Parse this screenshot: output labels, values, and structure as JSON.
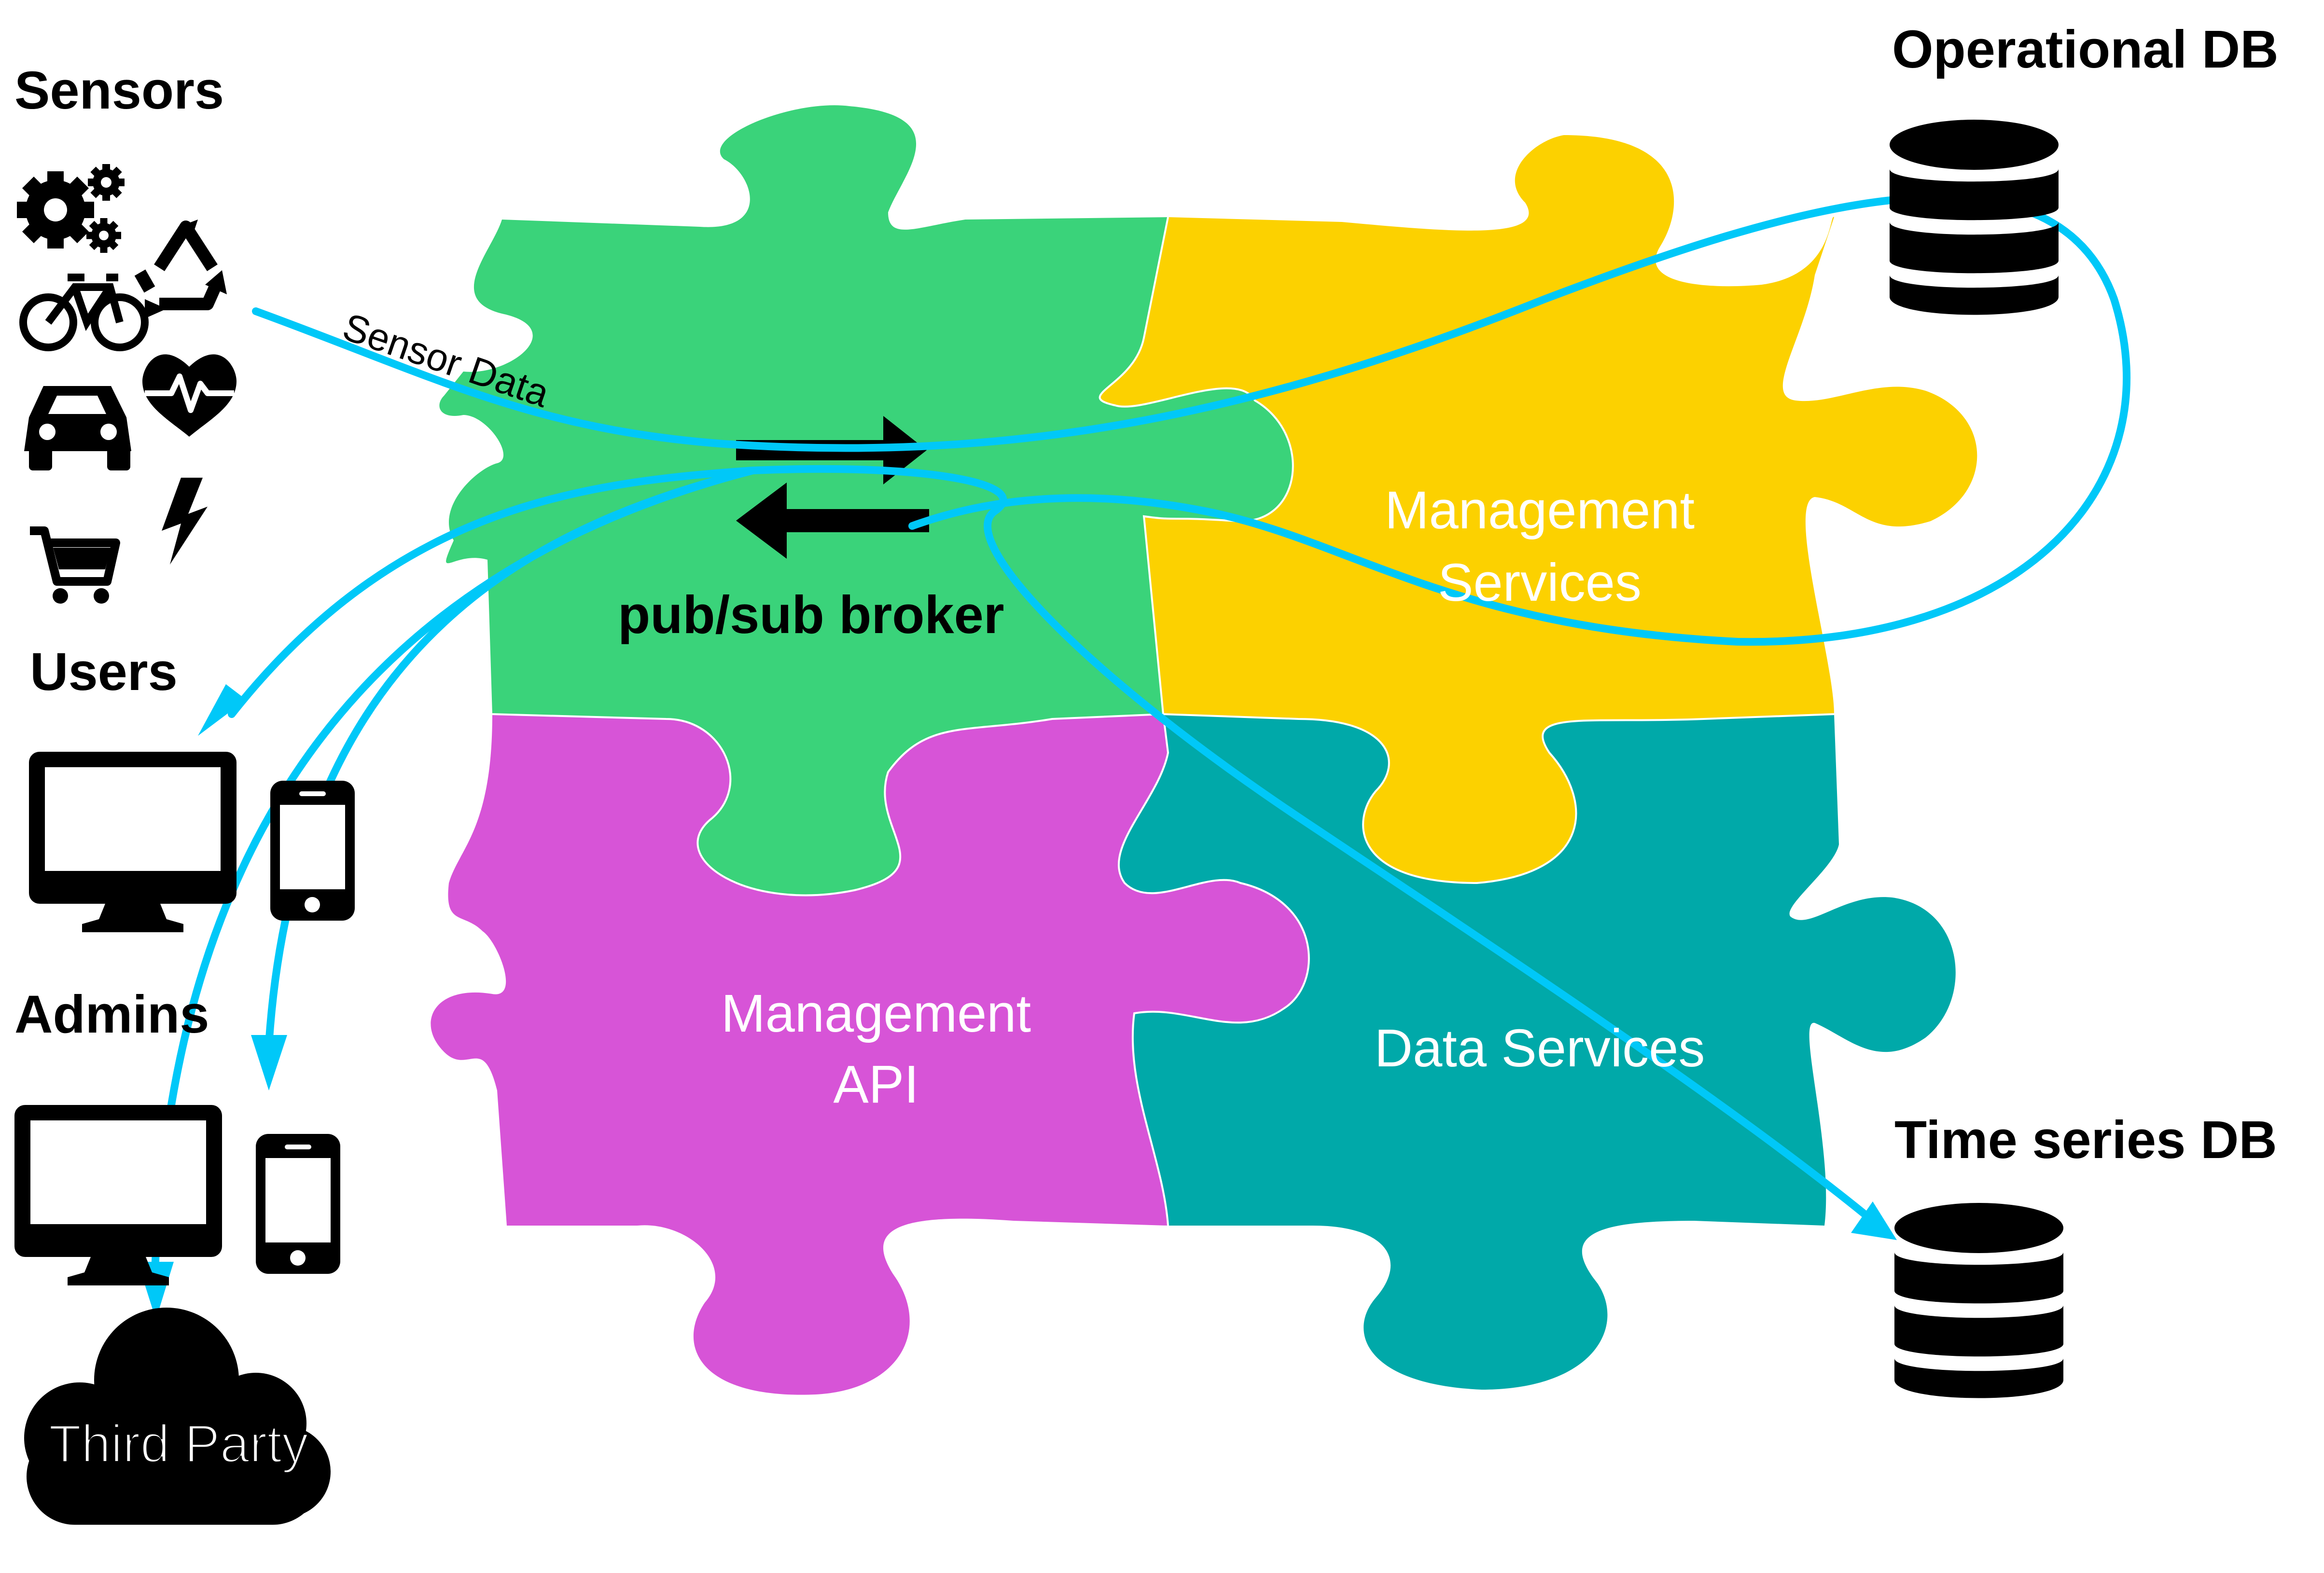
{
  "labels": {
    "sensors": "Sensors",
    "users": "Users",
    "admins": "Admins",
    "third_party": "Third Party",
    "operational_db": "Operational DB",
    "time_series_db": "Time series DB",
    "sensor_data": "Sensor Data",
    "broker": "pub/sub broker",
    "mgmt_services_line1": "Management",
    "mgmt_services_line2": "Services",
    "mgmt_api_line1": "Management",
    "mgmt_api_line2": "API",
    "data_services": "Data Services"
  },
  "colors": {
    "broker_piece": "#3AD37A",
    "services_piece": "#FCD100",
    "api_piece": "#D754D7",
    "data_piece": "#00A9A9",
    "flow_arrow": "#00C8F8",
    "icon": "#000000"
  },
  "icons": [
    "gears-icon",
    "recycle-icon",
    "bicycle-icon",
    "heart-rate-icon",
    "car-icon",
    "lightning-icon",
    "shopping-cart-icon",
    "desktop-monitor-icon",
    "smartphone-icon",
    "cloud-icon",
    "database-icon"
  ]
}
